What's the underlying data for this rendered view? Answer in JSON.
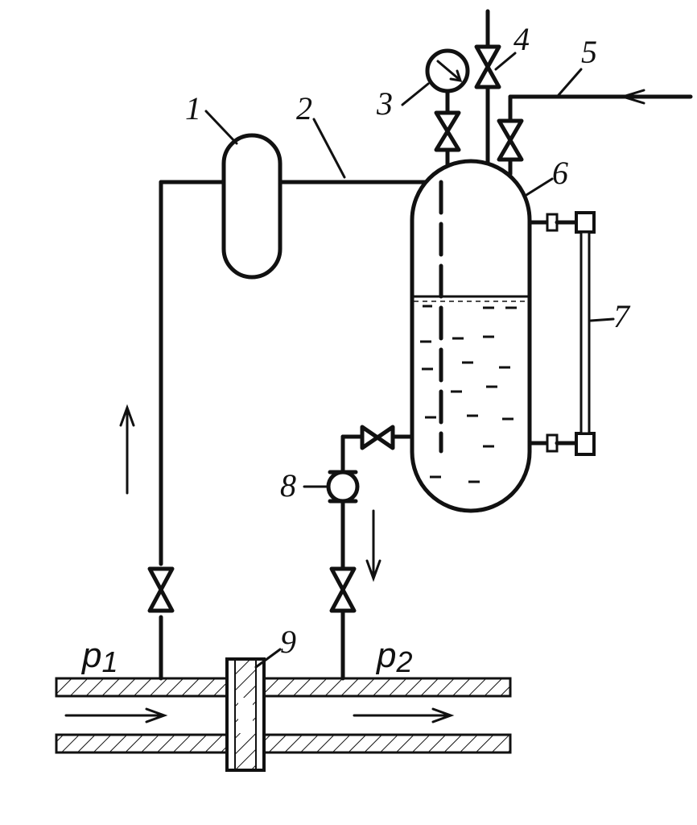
{
  "labels": {
    "l1": "1",
    "l2": "2",
    "l3": "3",
    "l4": "4",
    "l5": "5",
    "l6": "6",
    "l7": "7",
    "l8": "8",
    "l9": "9"
  },
  "pressure": {
    "p1_main": "p",
    "p1_sub": "1",
    "p2_main": "p",
    "p2_sub": "2"
  },
  "components": [
    "receiver-vessel",
    "connecting-line",
    "pressure-gauge",
    "vent-valve",
    "inlet-line",
    "separator-tank",
    "sight-glass-level-gauge",
    "drain-pump",
    "orifice-plate"
  ],
  "colors": {
    "ink": "#111111",
    "background": "#ffffff"
  }
}
